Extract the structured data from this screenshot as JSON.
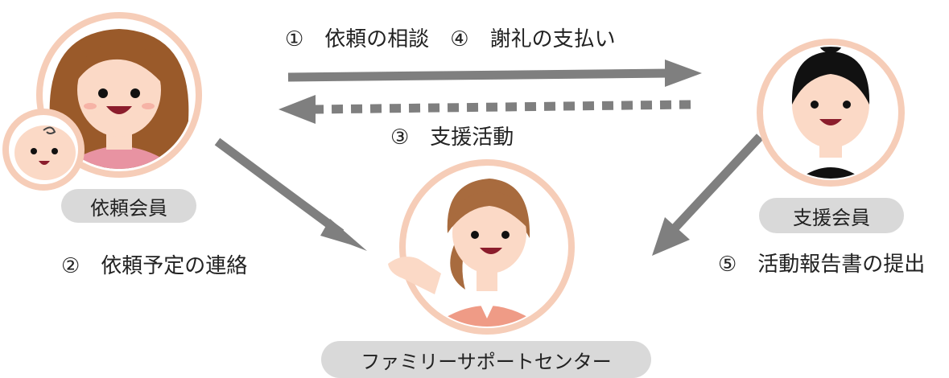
{
  "flows": {
    "step1_label": "①　依頼の相談　④　謝礼の支払い",
    "step3_label": "③　支援活動",
    "step2_label": "②　依頼予定の連絡",
    "step5_label": "⑤　活動報告書の提出"
  },
  "roles": {
    "requester": "依頼会員",
    "supporter": "支援会員",
    "center": "ファミリーサポートセンター"
  },
  "colors": {
    "arrow": "#7f7f7f",
    "circle_border": "#f6cdb8",
    "skin": "#fbd9c6",
    "label_pill": "#d9d9d9",
    "requester_hair": "#9a5a2a",
    "requester_shirt": "#e893a2",
    "supporter_hair": "#111111",
    "center_hair": "#a86b3e",
    "center_jacket": "#ef9b86"
  },
  "icons": [
    "requester-avatar-icon",
    "baby-avatar-icon",
    "supporter-avatar-icon",
    "center-staff-avatar-icon"
  ]
}
